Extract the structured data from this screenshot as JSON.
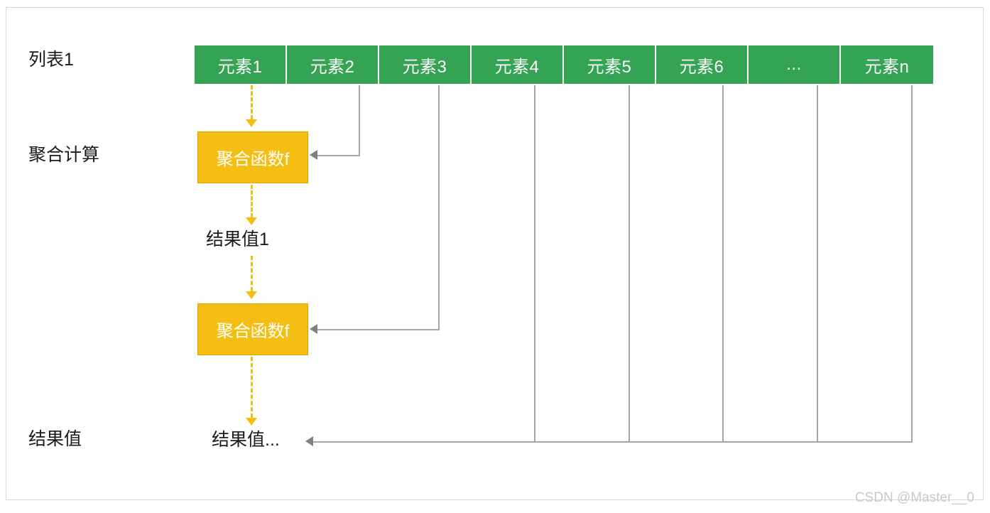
{
  "diagram": {
    "row_labels": {
      "list": "列表1",
      "aggregate": "聚合计算",
      "result": "结果值"
    },
    "elements": [
      {
        "label": "元素1"
      },
      {
        "label": "元素2"
      },
      {
        "label": "元素3"
      },
      {
        "label": "元素4"
      },
      {
        "label": "元素5"
      },
      {
        "label": "元素6"
      },
      {
        "label": "..."
      },
      {
        "label": "元素n"
      }
    ],
    "aggregate_boxes": [
      {
        "label": "聚合函数f"
      },
      {
        "label": "聚合函数f"
      }
    ],
    "intermediate_result": "结果值1",
    "final_result": "结果值...",
    "colors": {
      "element_fill": "#34A353",
      "element_text": "#FFFFFF",
      "aggregate_fill": "#F5BE12",
      "aggregate_border": "#D9A400",
      "aggregate_text": "#FFFFFF",
      "connector_gray": "#A6A6A6",
      "connector_dashed": "#F5BE12",
      "label_text": "#1A1A1A",
      "frame_border": "#D9D9D9",
      "background": "#FFFFFF"
    }
  },
  "watermark": "CSDN @Master__0"
}
